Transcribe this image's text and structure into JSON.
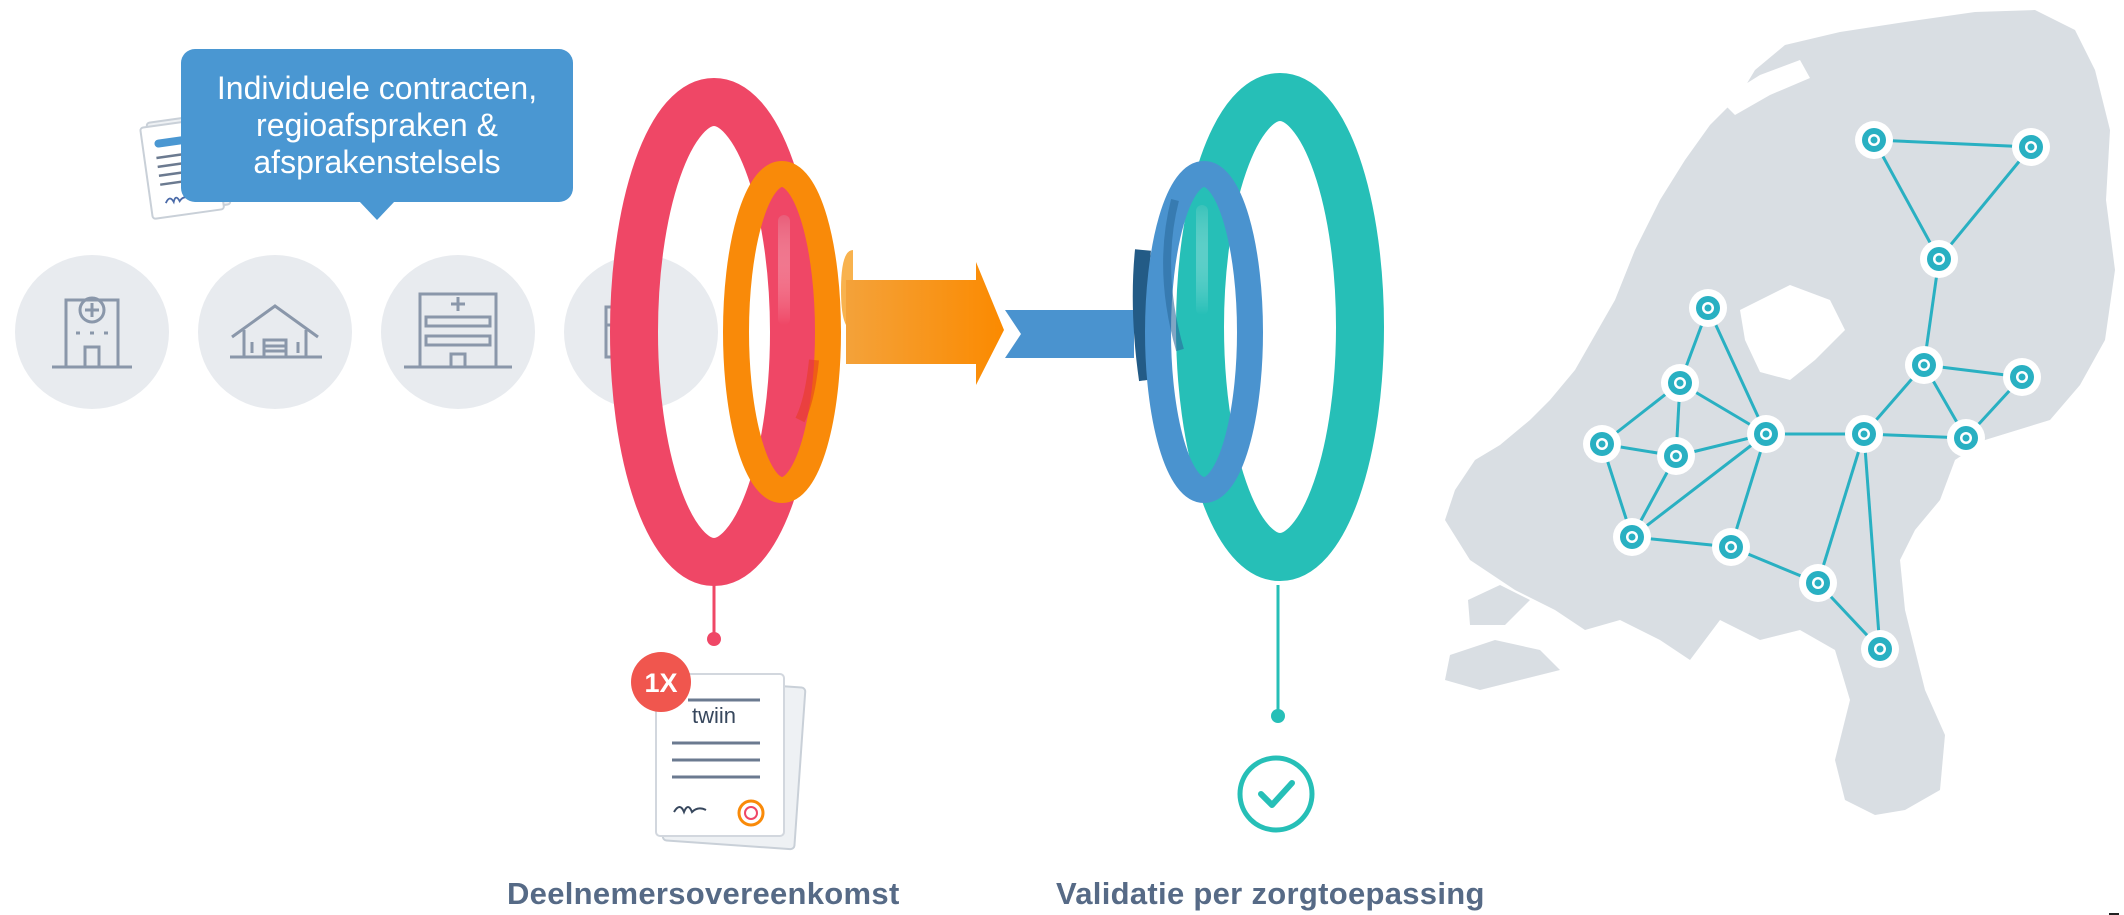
{
  "bubble": {
    "lines": [
      "Individuele contracten,",
      "regioafspraken &",
      "afsprakenstelsels"
    ]
  },
  "badge": {
    "label": "1X"
  },
  "document": {
    "logo_text": "twiin"
  },
  "captions": {
    "left": "Deelnemersovereenkomst",
    "right": "Validatie per zorgtoepassing"
  },
  "icons": {
    "facilities": [
      "hospital-icon",
      "warehouse-icon",
      "clinic-building-icon",
      "building-icon"
    ],
    "check": "checkmark-icon"
  },
  "colors": {
    "red_ring": "#ef4766",
    "orange_ring": "#f98a09",
    "blue": "#4a93cf",
    "teal": "#26bfb7",
    "map": "#d9dee3",
    "map_node": "#29b0c2",
    "caption_text": "#566a86",
    "bubble": "#4a97d2"
  }
}
